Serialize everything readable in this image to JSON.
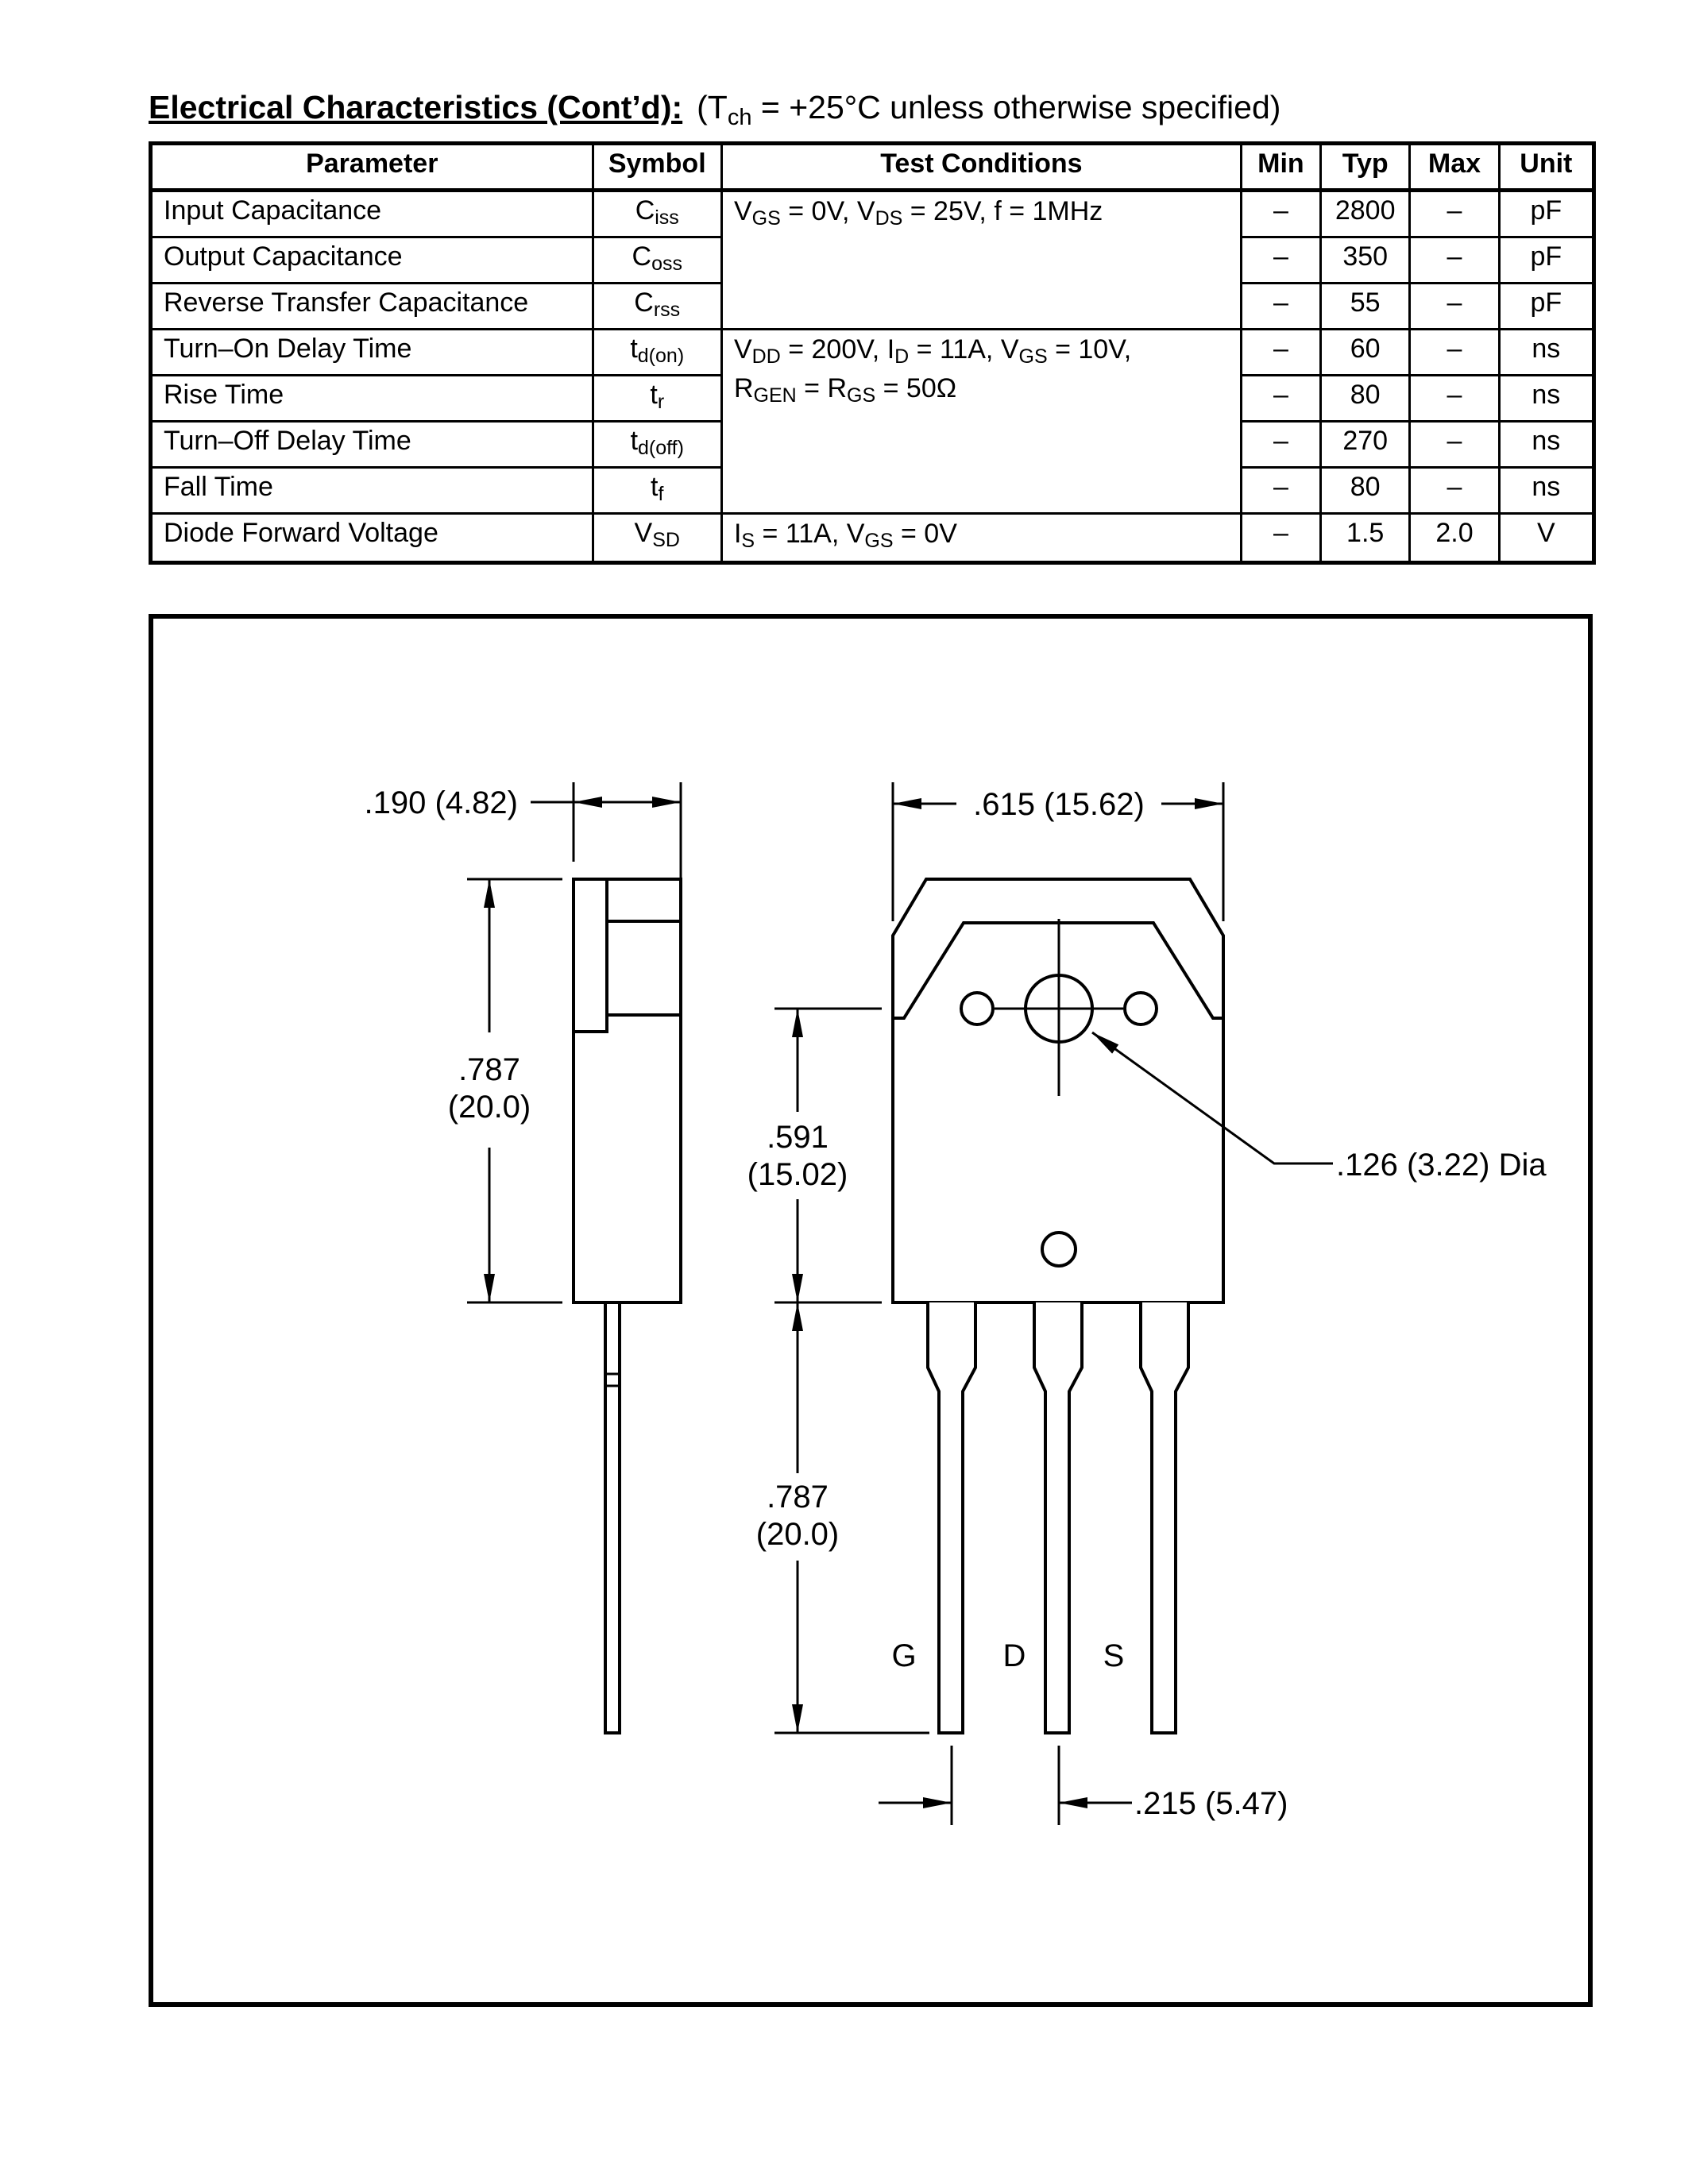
{
  "heading": {
    "title": "Electrical Characteristics (Cont’d):",
    "cond_open": "(T",
    "cond_sub": "ch",
    "cond_rest": " = +25°C unless otherwise specified)"
  },
  "table": {
    "headers": [
      "Parameter",
      "Symbol",
      "Test Conditions",
      "Min",
      "Typ",
      "Max",
      "Unit"
    ],
    "rows": [
      {
        "param": "Input Capacitance",
        "sym": "C",
        "sym_sub": "iss",
        "min": "–",
        "typ": "2800",
        "max": "–",
        "unit": "pF"
      },
      {
        "param": "Output Capacitance",
        "sym": "C",
        "sym_sub": "oss",
        "min": "–",
        "typ": "350",
        "max": "–",
        "unit": "pF"
      },
      {
        "param": "Reverse Transfer Capacitance",
        "sym": "C",
        "sym_sub": "rss",
        "min": "–",
        "typ": "55",
        "max": "–",
        "unit": "pF"
      },
      {
        "param": "Turn–On Delay Time",
        "sym": "t",
        "sym_sub": "d(on)",
        "min": "–",
        "typ": "60",
        "max": "–",
        "unit": "ns"
      },
      {
        "param": "Rise Time",
        "sym": "t",
        "sym_sub": "r",
        "min": "–",
        "typ": "80",
        "max": "–",
        "unit": "ns"
      },
      {
        "param": "Turn–Off Delay Time",
        "sym": "t",
        "sym_sub": "d(off)",
        "min": "–",
        "typ": "270",
        "max": "–",
        "unit": "ns"
      },
      {
        "param": "Fall Time",
        "sym": "t",
        "sym_sub": "f",
        "min": "–",
        "typ": "80",
        "max": "–",
        "unit": "ns"
      },
      {
        "param": "Diode Forward Voltage",
        "sym": "V",
        "sym_sub": "SD",
        "min": "–",
        "typ": "1.5",
        "max": "2.0",
        "unit": "V"
      }
    ],
    "cond1": {
      "a": "V",
      "a_sub": "GS",
      "b": " = 0V, V",
      "b_sub": "DS",
      "c": " = 25V, f = 1MHz"
    },
    "cond2": {
      "a": "V",
      "a_sub": "DD",
      "b": " = 200V, I",
      "b_sub": "D",
      "c": " = 11A, V",
      "c_sub": "GS",
      "d": " = 10V,",
      "e": "R",
      "e_sub": "GEN",
      "f": " = R",
      "f_sub": "GS",
      "g": " = 50Ω"
    },
    "cond3": {
      "a": "I",
      "a_sub": "S",
      "b": " = 11A, V",
      "b_sub": "GS",
      "c": " = 0V"
    }
  },
  "drawing": {
    "dim_thickness": ".190 (4.82)",
    "dim_width": ".615 (15.62)",
    "dim_body_height_in": ".787",
    "dim_body_height_mm": "(20.0)",
    "dim_hole_height_in": ".591",
    "dim_hole_height_mm": "(15.02)",
    "dim_lead_length_in": ".787",
    "dim_lead_length_mm": "(20.0)",
    "dim_hole_dia": ".126 (3.22) Dia",
    "dim_lead_pitch": ".215 (5.47)",
    "pin_g": "G",
    "pin_d": "D",
    "pin_s": "S"
  }
}
